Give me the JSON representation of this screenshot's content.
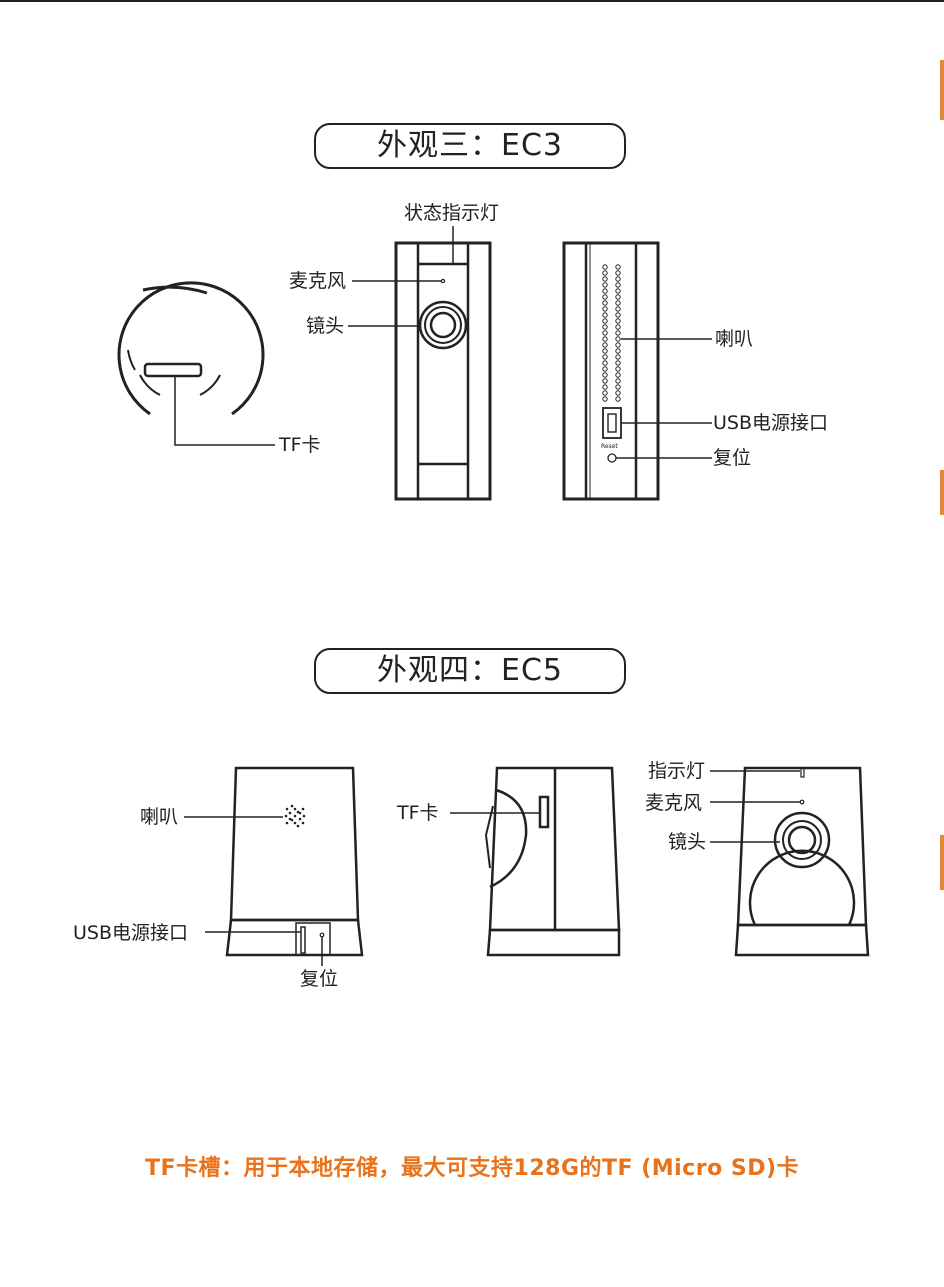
{
  "ec3": {
    "title": "外观三：EC3",
    "labels": {
      "status_light": "状态指示灯",
      "mic": "麦克风",
      "lens": "镜头",
      "tf": "TF卡",
      "speaker": "喇叭",
      "usb": "USB电源接口",
      "reset": "复位",
      "reset_print": "Reset"
    }
  },
  "ec5": {
    "title": "外观四：EC5",
    "labels": {
      "speaker": "喇叭",
      "usb": "USB电源接口",
      "reset": "复位",
      "tf": "TF卡",
      "indicator": "指示灯",
      "mic": "麦克风",
      "lens": "镜头"
    }
  },
  "footer": {
    "note": "TF卡槽：用于本地存储，最大可支持128G的TF (Micro SD)卡"
  },
  "colors": {
    "accent": "#e8731a",
    "line": "#222222"
  }
}
